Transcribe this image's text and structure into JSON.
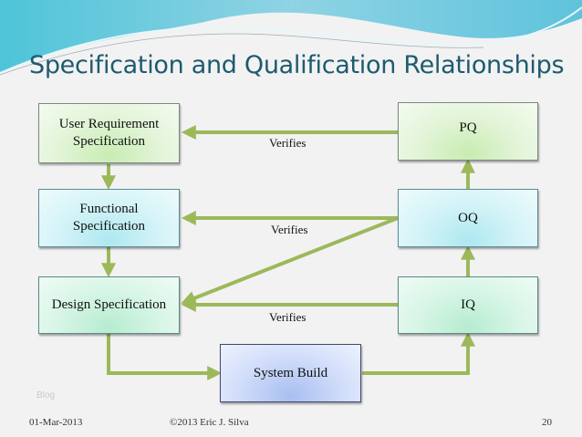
{
  "slide": {
    "title": "Specification and Qualification Relationships",
    "footer": {
      "date": "01-Mar-2013",
      "copyright": "©2013 Eric J. Silva",
      "page_number": "20"
    },
    "watermark": "Blog"
  },
  "diagram": {
    "left_boxes": [
      {
        "label": "User Requirement Specification",
        "line1": "User Requirement",
        "line2": "Specification",
        "color": "#e4f5da"
      },
      {
        "label": "Functional Specification",
        "line1": "Functional",
        "line2": "Specification",
        "color": "#d6f4f8"
      },
      {
        "label": "Design Specification",
        "color": "#d9f6e7"
      }
    ],
    "right_boxes": [
      {
        "label": "PQ",
        "color": "#e4f5da"
      },
      {
        "label": "OQ",
        "color": "#d6f4f8"
      },
      {
        "label": "IQ",
        "color": "#d9f6e7"
      }
    ],
    "bottom_box": {
      "label": "System Build",
      "color": "#d2defa"
    },
    "edge_labels": [
      "Verifies",
      "Verifies",
      "Verifies"
    ],
    "arrow_color": "#9cb95a",
    "edges": [
      {
        "from": "User Requirement Specification",
        "to": "Functional Specification"
      },
      {
        "from": "Functional Specification",
        "to": "Design Specification"
      },
      {
        "from": "Design Specification",
        "to": "System Build"
      },
      {
        "from": "System Build",
        "to": "IQ"
      },
      {
        "from": "IQ",
        "to": "OQ"
      },
      {
        "from": "OQ",
        "to": "PQ"
      },
      {
        "from": "PQ",
        "to": "User Requirement Specification",
        "label": "Verifies"
      },
      {
        "from": "OQ",
        "to": "Functional Specification",
        "label": "Verifies"
      },
      {
        "from": "OQ",
        "to": "Design Specification"
      },
      {
        "from": "IQ",
        "to": "Design Specification",
        "label": "Verifies"
      }
    ]
  }
}
